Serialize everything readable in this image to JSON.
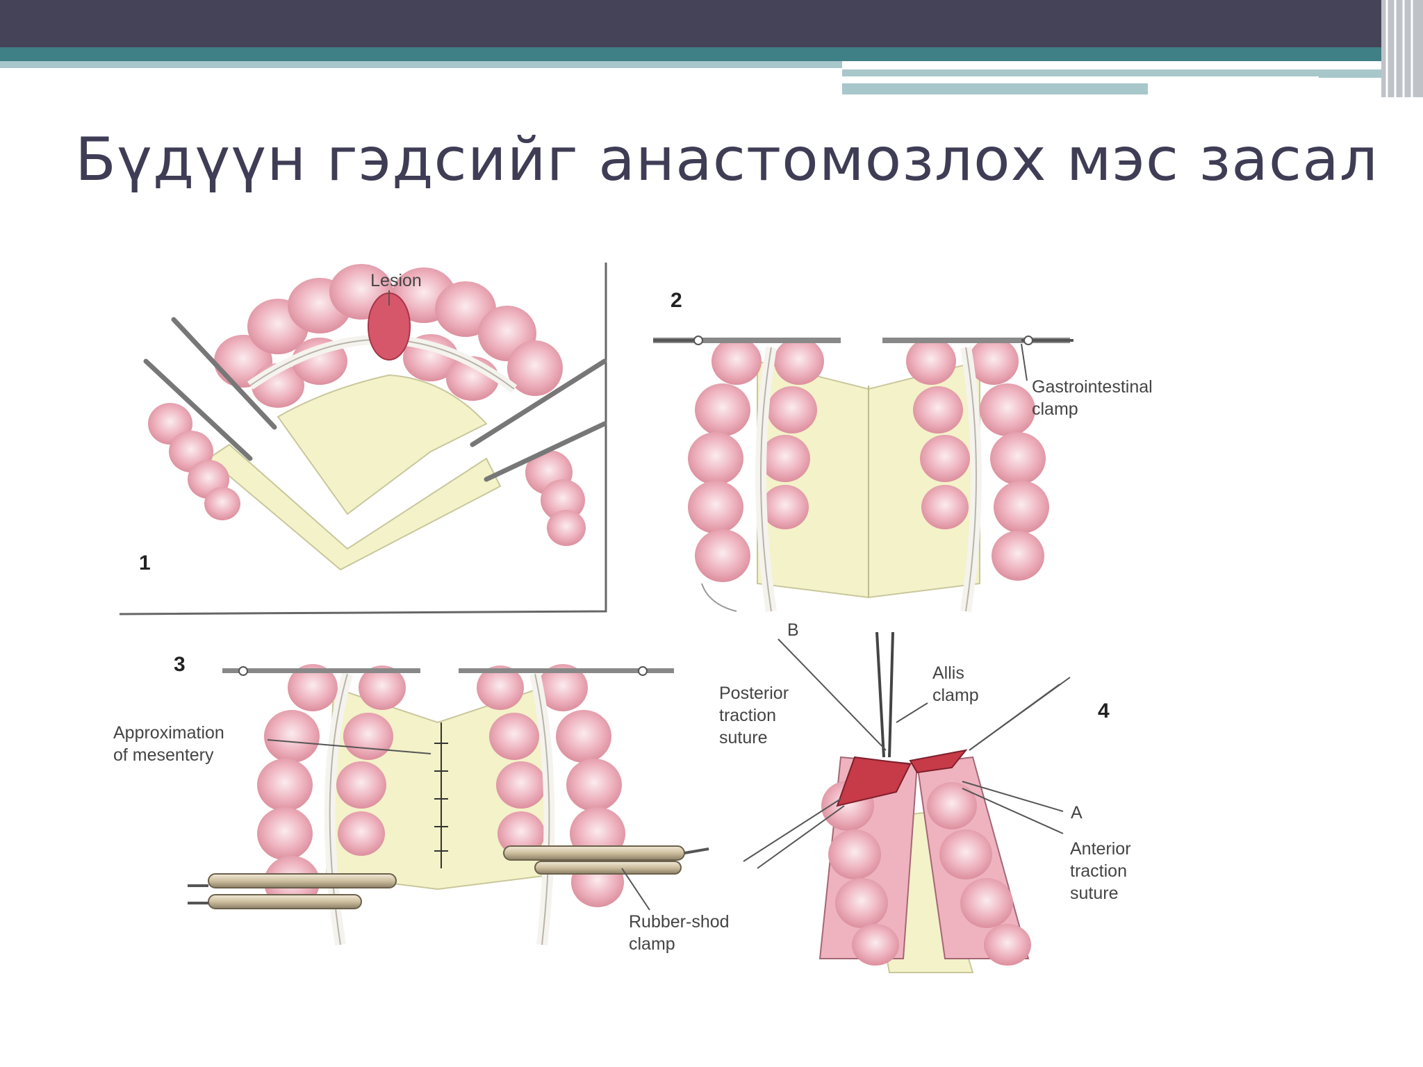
{
  "slide": {
    "title": "Бүдүүн гэдсийг анастомозлох мэс засал"
  },
  "figure": {
    "panel_1": {
      "number": "1",
      "lesion_label": "Lesion"
    },
    "panel_2": {
      "number": "2",
      "clamp_label_line1": "Gastrointestinal",
      "clamp_label_line2": "clamp"
    },
    "panel_3": {
      "number": "3",
      "mesentery_label_line1": "Approximation",
      "mesentery_label_line2": "of mesentery",
      "rubber_label_line1": "Rubber-shod",
      "rubber_label_line2": "clamp"
    },
    "panel_4": {
      "number": "4",
      "point_b": "B",
      "point_a": "A",
      "allis_line1": "Allis",
      "allis_line2": "clamp",
      "posterior_line1": "Posterior",
      "posterior_line2": "traction",
      "posterior_line3": "suture",
      "anterior_line1": "Anterior",
      "anterior_line2": "traction",
      "anterior_line3": "suture"
    }
  },
  "colors": {
    "header_dark": "#444358",
    "header_teal": "#3f7f86",
    "header_light": "#a7c7cb",
    "title": "#3f3d55",
    "bowel": "#e7a5b2",
    "bowel_light": "#f6d9df",
    "mesentery": "#f3f2c9",
    "wound": "#c73a48"
  }
}
